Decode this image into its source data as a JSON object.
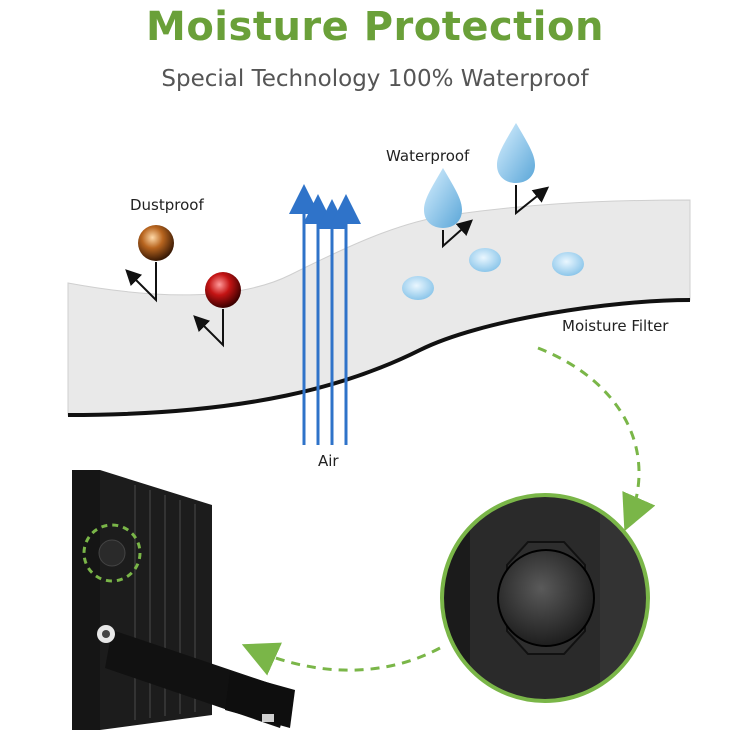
{
  "header": {
    "title": "Moisture Protection",
    "subtitle": "Special Technology 100% Waterproof"
  },
  "labels": {
    "dustproof": "Dustproof",
    "waterproof": "Waterproof",
    "air": "Air",
    "moisture_filter": "Moisture Filter"
  },
  "colors": {
    "title_green": "#6aa039",
    "dashed_arrow": "#7ab648",
    "air_arrow": "#2f73c9",
    "membrane": "#e9e9e9",
    "dust_brown": "#a0561c",
    "dust_red": "#b01010",
    "water_drop": "#7fbfe6",
    "lamp_body": "#1c1c1c"
  },
  "icons": [
    "dust-particle-icon",
    "water-drop-icon",
    "air-arrow-icon",
    "dashed-arrow-icon",
    "vent-plug-icon"
  ]
}
